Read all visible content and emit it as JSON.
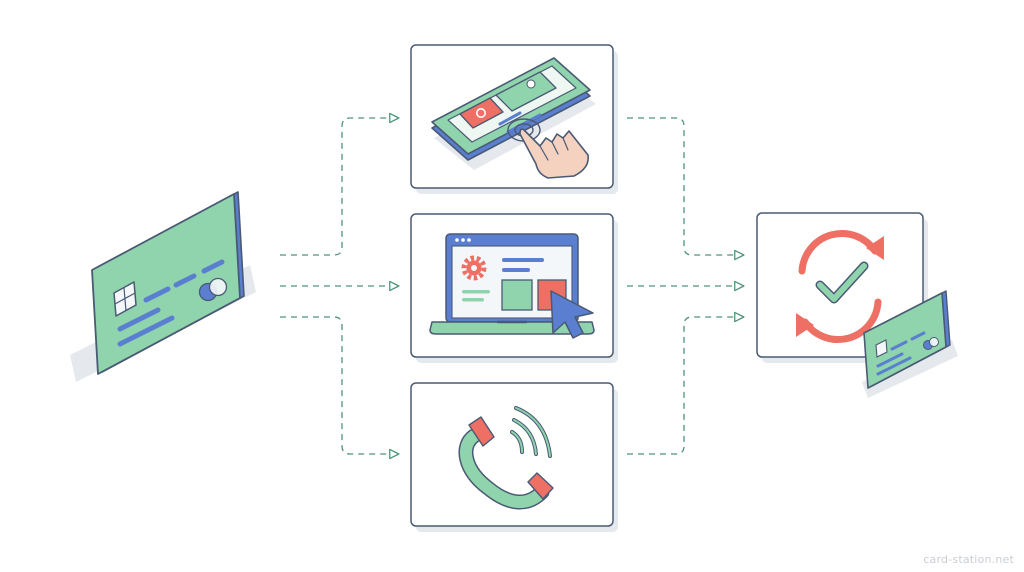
{
  "diagram": {
    "source": {
      "label": "credit-card"
    },
    "channels": [
      {
        "id": "mobile-app",
        "icon": "smartphone-tap-icon"
      },
      {
        "id": "online-banking",
        "icon": "laptop-settings-icon"
      },
      {
        "id": "phone-call",
        "icon": "phone-handset-icon"
      }
    ],
    "target": {
      "icon": "sync-check-icon",
      "card_icon": "credit-card-icon"
    },
    "colors": {
      "outline": "#4a5a74",
      "green": "#8fd4ad",
      "blue": "#5b7fd0",
      "red": "#ee7064",
      "arrow": "#4f9479",
      "shadow": "#e5e8ec",
      "skin": "#f5d2bf"
    }
  },
  "watermark": "card-station.net"
}
